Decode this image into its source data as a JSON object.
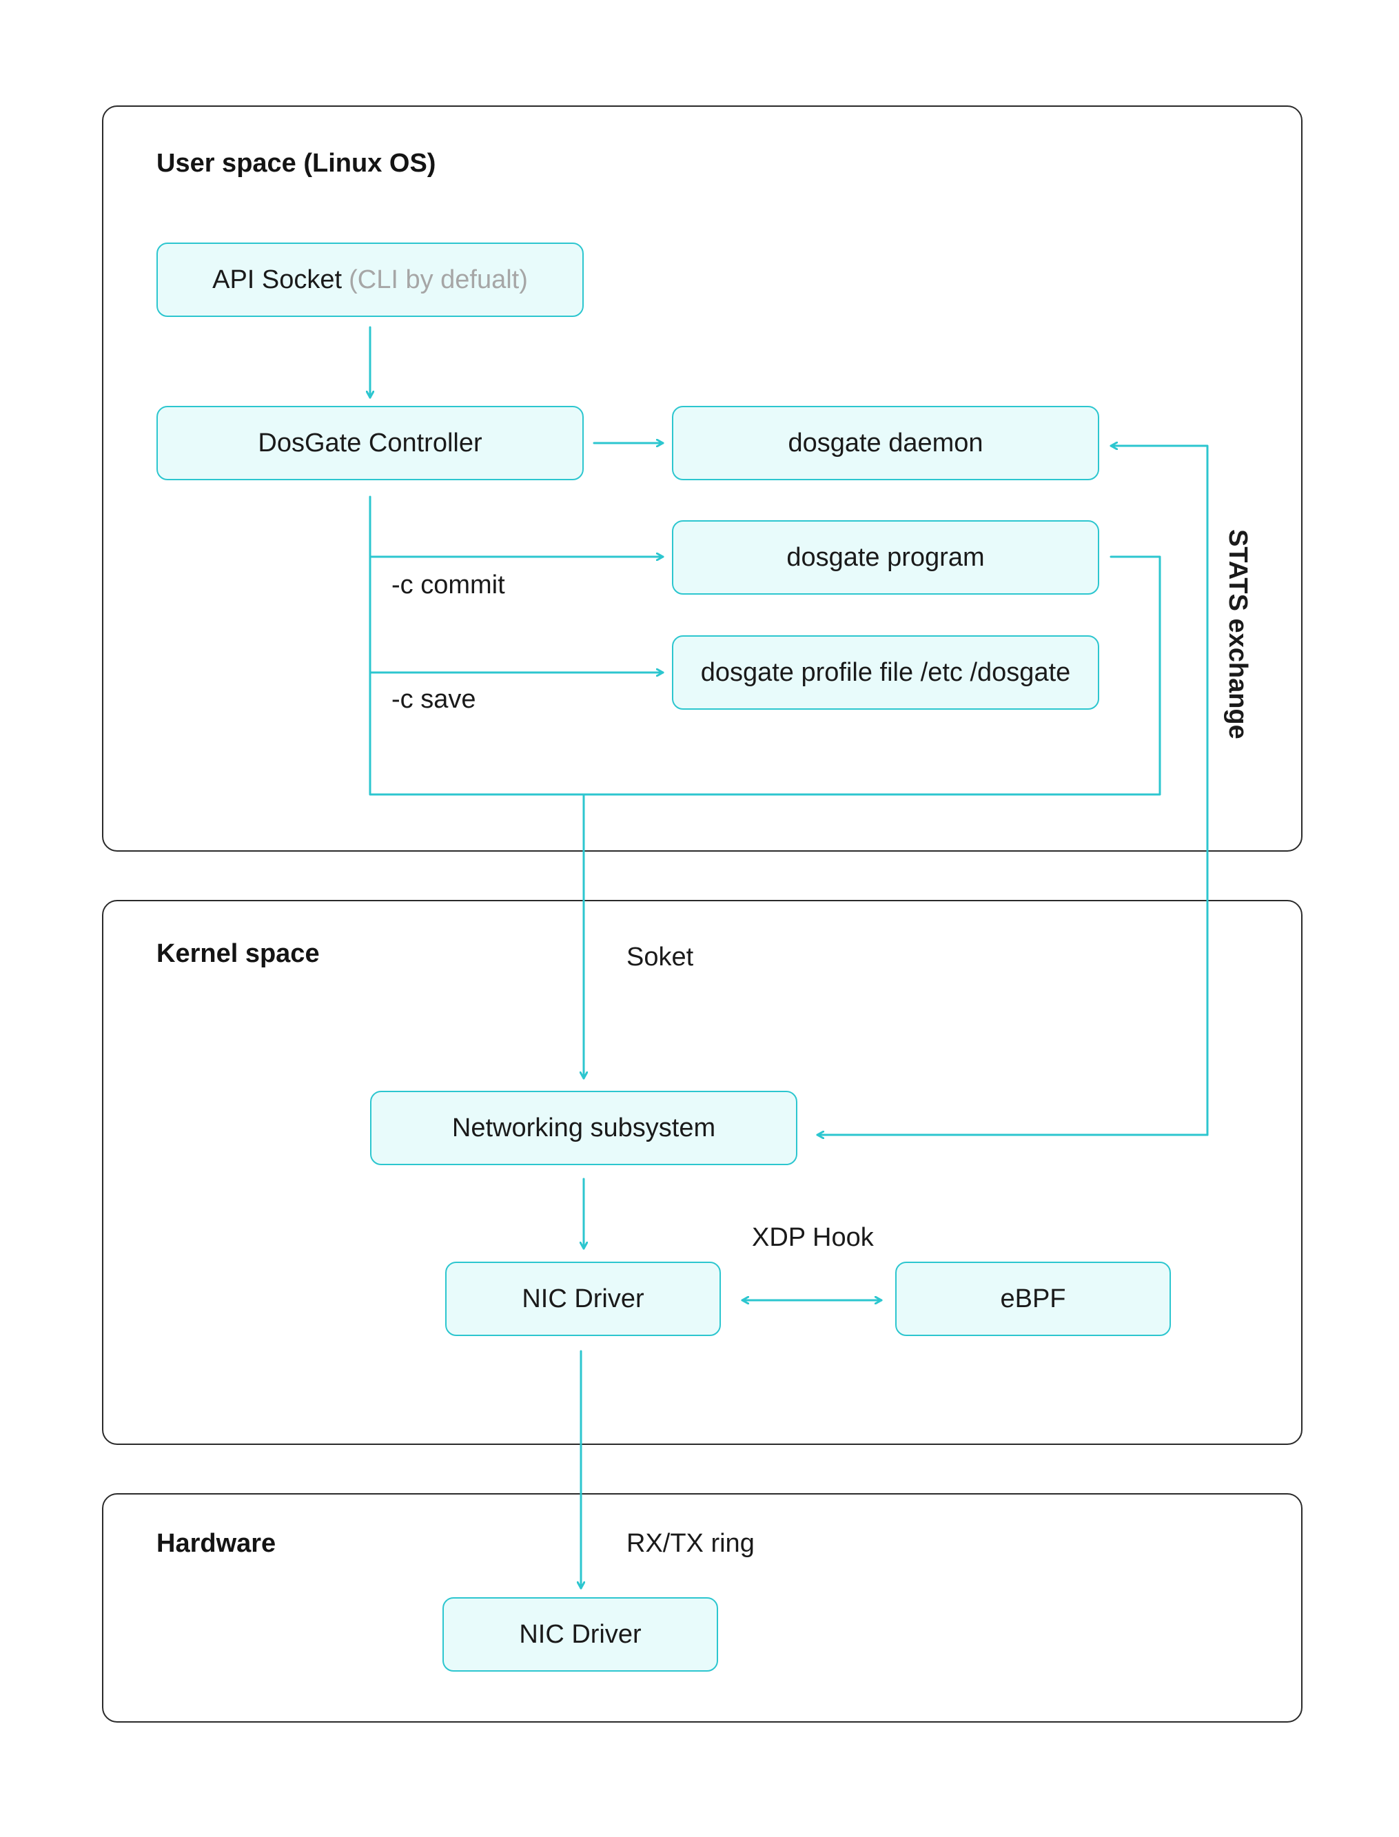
{
  "sections": {
    "user_space": {
      "title": "User space (Linux OS)"
    },
    "kernel_space": {
      "title": "Kernel space"
    },
    "hardware": {
      "title": "Hardware"
    }
  },
  "nodes": {
    "api_socket": {
      "label": "API Socket",
      "note": "(CLI by defualt)"
    },
    "controller": {
      "label": "DosGate Controller"
    },
    "daemon": {
      "label": "dosgate daemon"
    },
    "program": {
      "label": "dosgate program"
    },
    "profile": {
      "label": "dosgate profile file /etc /dosgate"
    },
    "networking": {
      "label": "Networking subsystem"
    },
    "nic_kernel": {
      "label": "NIC Driver"
    },
    "ebpf": {
      "label": "eBPF"
    },
    "nic_hw": {
      "label": "NIC Driver"
    }
  },
  "edge_labels": {
    "commit": "-c commit",
    "save": "-c save",
    "soket": "Soket",
    "xdp": "XDP Hook",
    "rxtx": "RX/TX ring",
    "stats": "STATS exchange"
  },
  "colors": {
    "accent": "#2cc6cf",
    "node_fill": "#e8fbfb",
    "border": "#2a2a2a",
    "muted": "#a6a6a6"
  }
}
